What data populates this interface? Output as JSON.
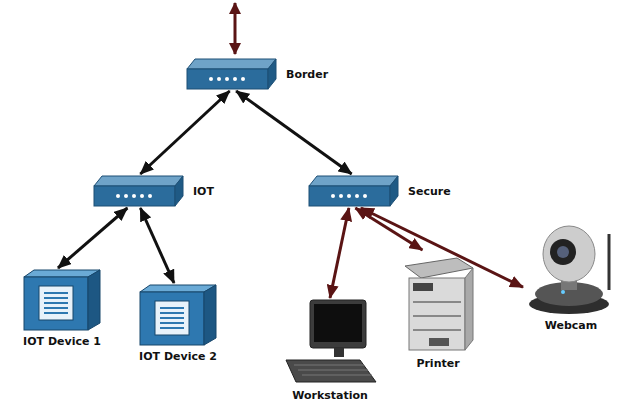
{
  "diagram": {
    "nodes": [
      {
        "text": [
          "Border"
        ]
      },
      {
        "text": [
          "IOT"
        ]
      },
      {
        "text": [
          "Secure"
        ]
      },
      {
        "text": [
          "IOT Device 1"
        ]
      },
      {
        "text": [
          "IOT Device 2"
        ]
      },
      {
        "text": [
          "Workstation"
        ]
      },
      {
        "text": [
          "Printer"
        ]
      },
      {
        "text": [
          "Webcam"
        ]
      }
    ],
    "edges": [
      {
        "from": 0,
        "to": 1,
        "arrow": "both"
      },
      {
        "from": 0,
        "to": 2,
        "arrow": "both"
      },
      {
        "from": 1,
        "to": 3,
        "arrow": "both"
      },
      {
        "from": 1,
        "to": 4,
        "arrow": "both"
      },
      {
        "from": 2,
        "to": 5,
        "arrow": "both"
      },
      {
        "from": 2,
        "to": 6,
        "arrow": "both"
      },
      {
        "from": 2,
        "to": 7,
        "arrow": "both"
      }
    ]
  }
}
